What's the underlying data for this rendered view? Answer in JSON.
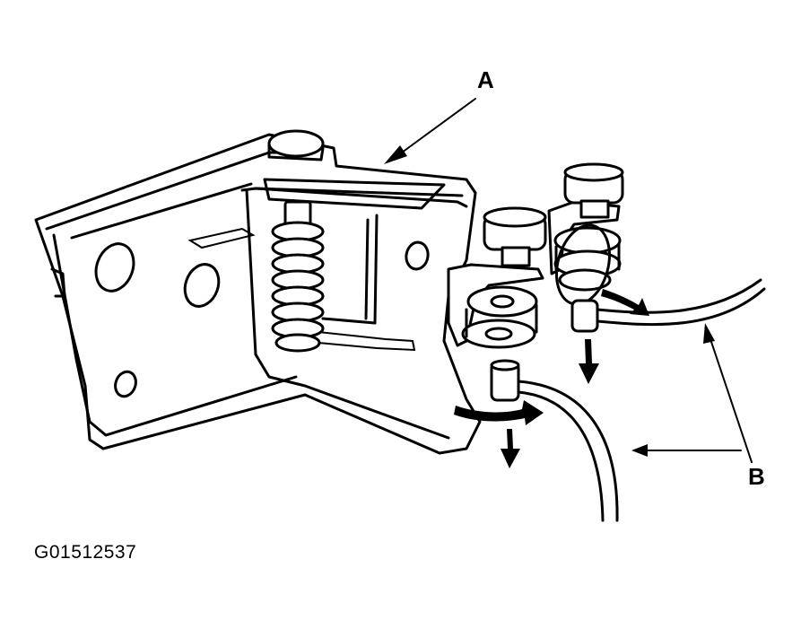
{
  "callouts": {
    "a": "A",
    "b": "B"
  },
  "figure_id": "G01512537",
  "colors": {
    "line": "#000000",
    "background": "#ffffff"
  }
}
